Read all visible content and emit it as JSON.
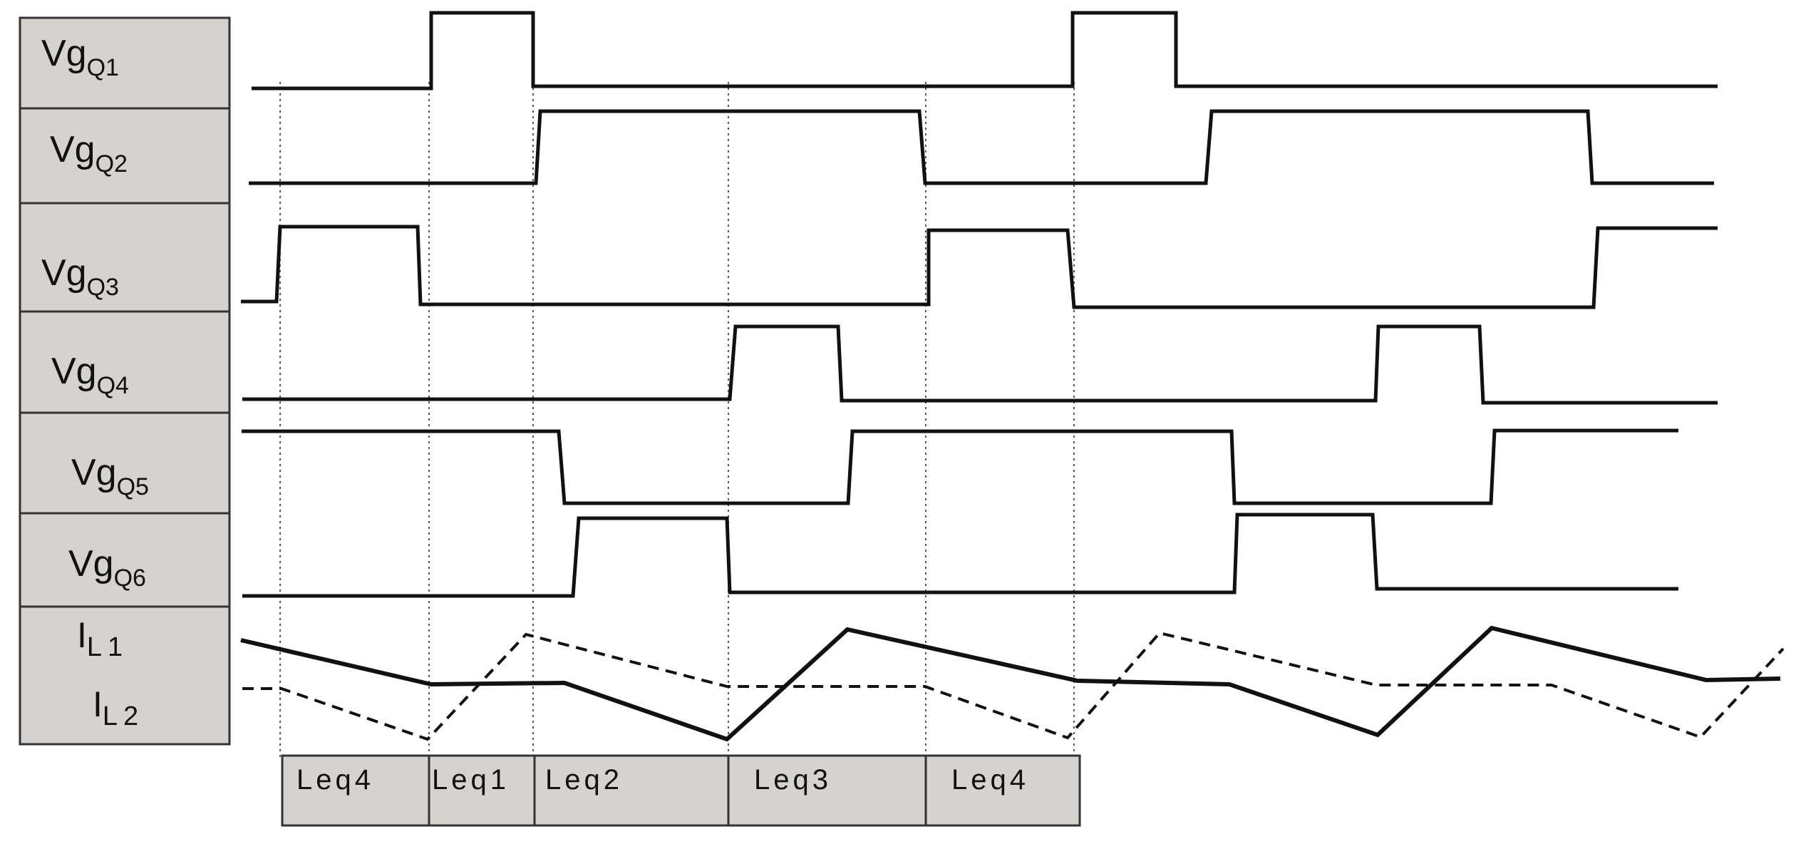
{
  "signals": [
    {
      "id": "q1",
      "name": "Vg",
      "subscript": "Q1"
    },
    {
      "id": "q2",
      "name": "Vg",
      "subscript": "Q2"
    },
    {
      "id": "q3",
      "name": "Vg",
      "subscript": "Q3"
    },
    {
      "id": "q4",
      "name": "Vg",
      "subscript": "Q4"
    },
    {
      "id": "q5",
      "name": "Vg",
      "subscript": "Q5"
    },
    {
      "id": "q6",
      "name": "Vg",
      "subscript": "Q6"
    }
  ],
  "currents": [
    {
      "id": "il1",
      "name": "I",
      "subscript": "L1",
      "style": "solid"
    },
    {
      "id": "il2",
      "name": "I",
      "subscript": "L2",
      "style": "dashed"
    }
  ],
  "intervals": [
    "Leq4",
    "Leq1",
    "Leq2",
    "Leq3",
    "Leq4"
  ],
  "colors": {
    "label_fill": "#d6d2ce",
    "border": "#333333",
    "trace": "#111111",
    "marker": "#555555"
  }
}
